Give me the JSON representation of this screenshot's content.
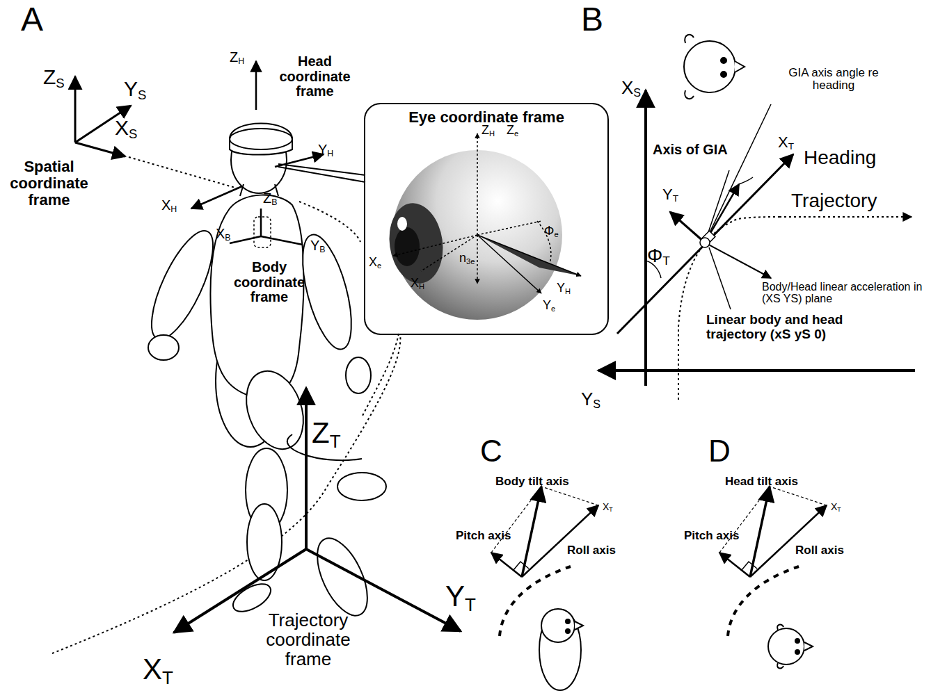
{
  "diagram": {
    "nodes": [
      {
        "text": [
          "Eye coordinate frame"
        ]
      }
    ],
    "labels": [
      "A",
      "ZS",
      "YS",
      "XS",
      "Spatial coordinate frame",
      "ZH",
      "Head coordinate frame",
      "YH",
      "XH",
      "ZB",
      "XB",
      "YB",
      "Body coordinate frame",
      "ZT",
      "YT",
      "XT",
      "Trajectory coordinate frame",
      "ZH",
      "Ze",
      "Xe",
      "XH",
      "n3e",
      "Φe",
      "YH",
      "Ye",
      "B",
      "XS",
      "GIA axis angle re heading",
      "XT",
      "Heading",
      "Axis of GIA",
      "YT",
      "ΦT",
      "Trajectory",
      "Body/Head linear acceleration in (XS YS) plane",
      "Linear body and head trajectory (xS yS 0)",
      "YS",
      "C",
      "Body tilt axis",
      "XT",
      "Pitch axis",
      "Roll axis",
      "D",
      "Head tilt axis",
      "XT",
      "Pitch axis",
      "Roll axis"
    ]
  }
}
